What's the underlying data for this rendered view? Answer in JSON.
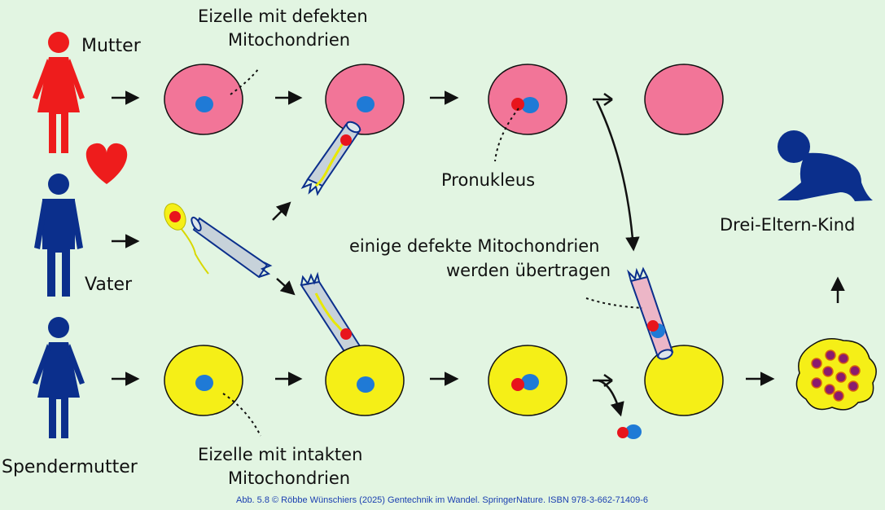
{
  "labels": {
    "mother": "Mutter",
    "father": "Vater",
    "donor": "Spendermutter",
    "egg_defect_line1": "Eizelle mit defekten",
    "egg_defect_line2": "Mitochondrien",
    "egg_intact_line1": "Eizelle mit intakten",
    "egg_intact_line2": "Mitochondrien",
    "pronucleus": "Pronukleus",
    "transfer_line1": "einige defekte Mitochondrien",
    "transfer_line2": "werden übertragen",
    "child": "Drei-Eltern-Kind"
  },
  "caption": "Abb. 5.8 © Röbbe Wünschiers (2025) Gentechnik im Wandel. SpringerNature. ISBN 978-3-662-71409-6",
  "colors": {
    "background": "#e2f5e2",
    "mother": "#ee1c1c",
    "father": "#0b2f8c",
    "donor": "#0b2f8c",
    "pink_egg": "#f27598",
    "yellow_egg": "#f5ef17",
    "nucleus_blue": "#1f7ad6",
    "pronucleus_red": "#e8141c",
    "heart": "#ee1c1c",
    "baby": "#0b2f8c"
  },
  "icons": {
    "mother": "woman-figure-icon",
    "father": "man-figure-icon",
    "donor": "woman-figure-icon",
    "heart": "heart-icon",
    "baby": "crawling-baby-icon"
  }
}
